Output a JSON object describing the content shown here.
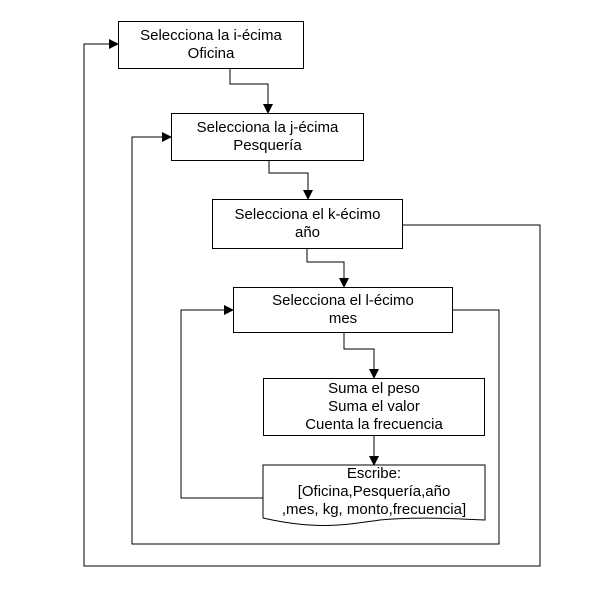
{
  "diagram": {
    "nodes": {
      "oficina": {
        "lines": [
          "Selecciona la i-écima",
          "Oficina"
        ]
      },
      "pesqueria": {
        "lines": [
          "Selecciona la j-écima",
          "Pesquería"
        ]
      },
      "anio": {
        "lines": [
          "Selecciona el k-écimo",
          "año"
        ]
      },
      "mes": {
        "lines": [
          "Selecciona el l-écimo",
          "mes"
        ]
      },
      "suma": {
        "lines": [
          "Suma el peso",
          "Suma el valor",
          "Cuenta la frecuencia"
        ]
      },
      "escribe": {
        "lines": [
          "Escribe:",
          "[Oficina,Pesquería,año",
          ",mes, kg, monto,frecuencia]"
        ]
      }
    },
    "edges": [
      {
        "from": "oficina",
        "to": "pesqueria",
        "type": "flow"
      },
      {
        "from": "pesqueria",
        "to": "anio",
        "type": "flow"
      },
      {
        "from": "anio",
        "to": "mes",
        "type": "flow"
      },
      {
        "from": "mes",
        "to": "suma",
        "type": "flow"
      },
      {
        "from": "suma",
        "to": "escribe",
        "type": "flow"
      },
      {
        "from": "escribe",
        "to": "mes",
        "type": "loop"
      },
      {
        "from": "mes",
        "to": "pesqueria",
        "type": "loop"
      },
      {
        "from": "anio",
        "to": "oficina",
        "type": "loop"
      }
    ],
    "colors": {
      "stroke": "#000000",
      "fill": "#ffffff",
      "text": "#000000"
    }
  }
}
